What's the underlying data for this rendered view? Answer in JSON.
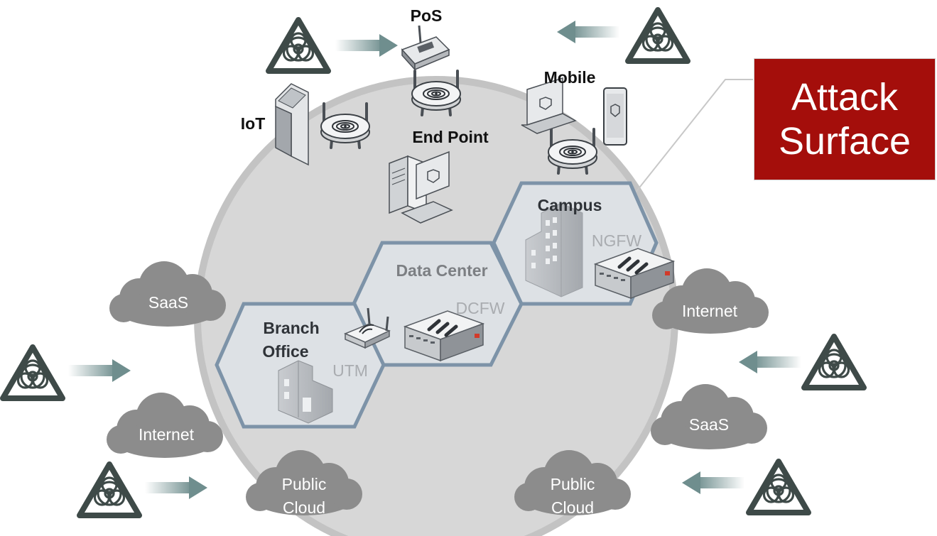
{
  "devices": {
    "pos": "PoS",
    "mobile": "Mobile",
    "iot": "IoT",
    "end_point": "End Point"
  },
  "zones": {
    "campus": "Campus",
    "data_center": "Data Center",
    "branch_office_line1": "Branch",
    "branch_office_line2": "Office"
  },
  "firewalls": {
    "ngfw": "NGFW",
    "dcfw": "DCFW",
    "utm": "UTM"
  },
  "clouds": {
    "saas_left": "SaaS",
    "internet_left": "Internet",
    "public_cloud_left_line1": "Public",
    "public_cloud_left_line2": "Cloud",
    "internet_right": "Internet",
    "saas_right": "SaaS",
    "public_cloud_right_line1": "Public",
    "public_cloud_right_line2": "Cloud"
  },
  "callout": {
    "line1": "Attack",
    "line2": "Surface"
  },
  "colors": {
    "circle_fill": "#d7d7d7",
    "circle_ring": "#c2c2c2",
    "hex_stroke": "#7d93a8",
    "hex_fill": "#dde0e3",
    "cloud_fill": "#8c8c8c",
    "biohazard": "#3e4a48",
    "arrow": "#6f8e8e",
    "callout_fill": "#a40e0b"
  },
  "icons": [
    "biohazard-icon",
    "arrow-icon",
    "wifi-access-point-icon",
    "pos-terminal-icon",
    "kiosk-icon",
    "laptop-icon",
    "smartphone-icon",
    "desktop-computer-icon",
    "building-icon",
    "firewall-appliance-icon",
    "wireless-router-icon",
    "cloud-icon"
  ]
}
